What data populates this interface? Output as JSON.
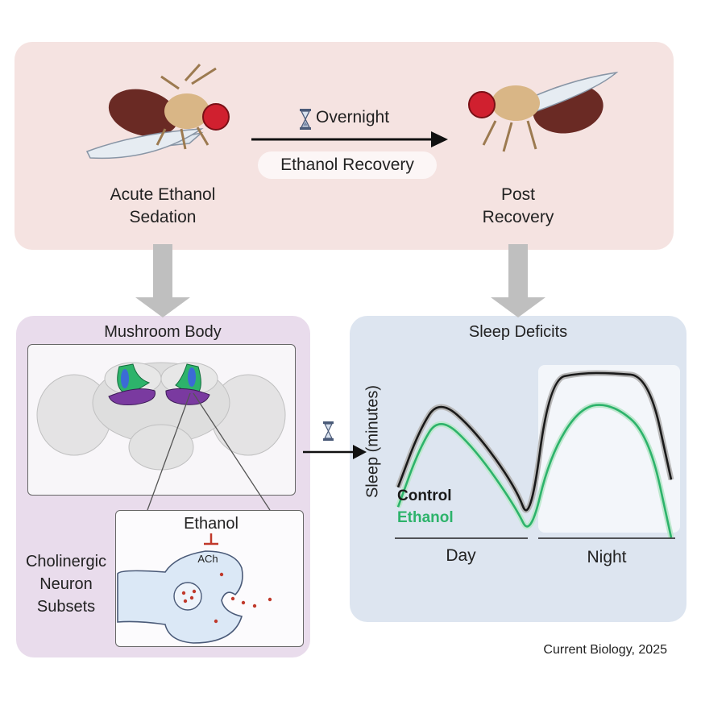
{
  "top": {
    "left_label_line1": "Acute Ethanol",
    "left_label_line2": "Sedation",
    "arrow_top_label": "Overnight",
    "arrow_bottom_label": "Ethanol Recovery",
    "right_label_line1": "Post",
    "right_label_line2": "Recovery"
  },
  "mushroom_body": {
    "title": "Mushroom Body",
    "synapse_label": "Ethanol",
    "transmitter_label": "ACh",
    "neuron_line1": "Cholinergic",
    "neuron_line2": "Neuron",
    "neuron_line3": "Subsets"
  },
  "sleep": {
    "title": "Sleep Deficits",
    "ylabel": "Sleep (minutes)",
    "legend_control": "Control",
    "legend_ethanol": "Ethanol",
    "day_label": "Day",
    "night_label": "Night"
  },
  "caption": "Current Biology, 2025",
  "colors": {
    "control": "#1a1a1a",
    "ethanol": "#2db36b",
    "inhibit": "#c0392b",
    "fly_eye": "#d0202f",
    "fly_abdomen": "#6a2a24"
  },
  "chart_data": {
    "type": "line",
    "xlabel": "",
    "ylabel": "Sleep (minutes)",
    "categories": [
      "Day",
      "Night"
    ],
    "series": [
      {
        "name": "Control",
        "values": [
          0.25,
          0.62,
          0.83,
          0.62,
          0.25,
          0.0,
          0.96,
          1.0,
          1.0,
          0.98,
          0.3
        ]
      },
      {
        "name": "Ethanol",
        "values": [
          0.12,
          0.5,
          0.72,
          0.5,
          0.12,
          -0.08,
          0.45,
          0.78,
          0.8,
          0.6,
          -0.08
        ]
      }
    ]
  }
}
